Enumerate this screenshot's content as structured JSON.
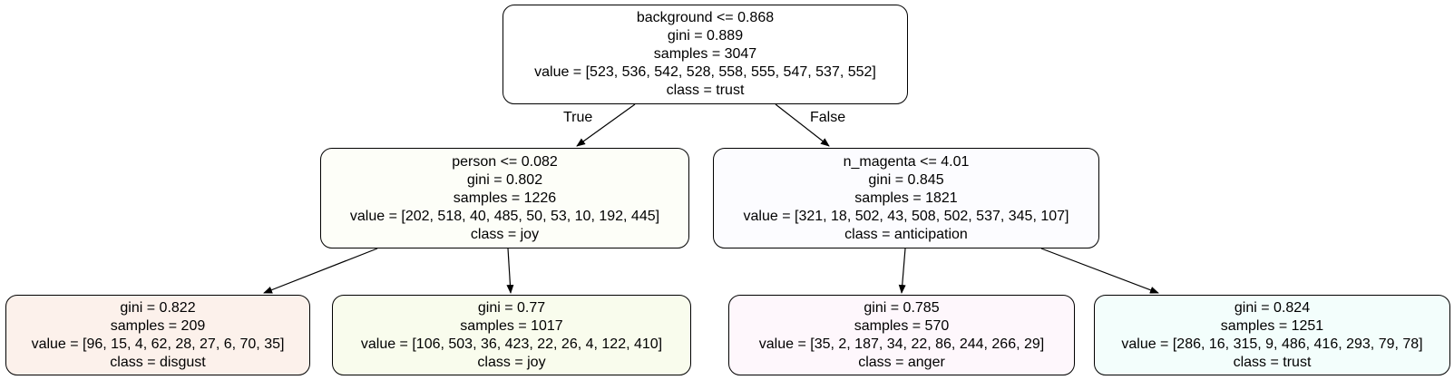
{
  "nodes": {
    "root": {
      "split": "background <= 0.868",
      "gini": "gini = 0.889",
      "samples": "samples = 3047",
      "value": "value = [523, 536, 542, 528, 558, 555, 547, 537, 552]",
      "class": "class = trust",
      "fill": "#ffffff"
    },
    "left": {
      "split": "person <= 0.082",
      "gini": "gini = 0.802",
      "samples": "samples = 1226",
      "value": "value = [202, 518, 40, 485, 50, 53, 10, 192, 445]",
      "class": "class = joy",
      "fill": "#fdfef8"
    },
    "right": {
      "split": "n_magenta <= 4.01",
      "gini": "gini = 0.845",
      "samples": "samples = 1821",
      "value": "value = [321, 18, 502, 43, 508, 502, 537, 345, 107]",
      "class": "class = anticipation",
      "fill": "#fcfcff"
    },
    "ll": {
      "gini": "gini = 0.822",
      "samples": "samples = 209",
      "value": "value = [96, 15, 4, 62, 28, 27, 6, 70, 35]",
      "class": "class = disgust",
      "fill": "#fcf1eb"
    },
    "lr": {
      "gini": "gini = 0.77",
      "samples": "samples = 1017",
      "value": "value = [106, 503, 36, 423, 22, 26, 4, 122, 410]",
      "class": "class = joy",
      "fill": "#f9fced"
    },
    "rl": {
      "gini": "gini = 0.785",
      "samples": "samples = 570",
      "value": "value = [35, 2, 187, 34, 22, 86, 244, 266, 29]",
      "class": "class = anger",
      "fill": "#fef7fc"
    },
    "rr": {
      "gini": "gini = 0.824",
      "samples": "samples = 1251",
      "value": "value = [286, 16, 315, 9, 486, 416, 293, 79, 78]",
      "class": "class = trust",
      "fill": "#f3fefc"
    }
  },
  "edges": {
    "true_label": "True",
    "false_label": "False"
  }
}
